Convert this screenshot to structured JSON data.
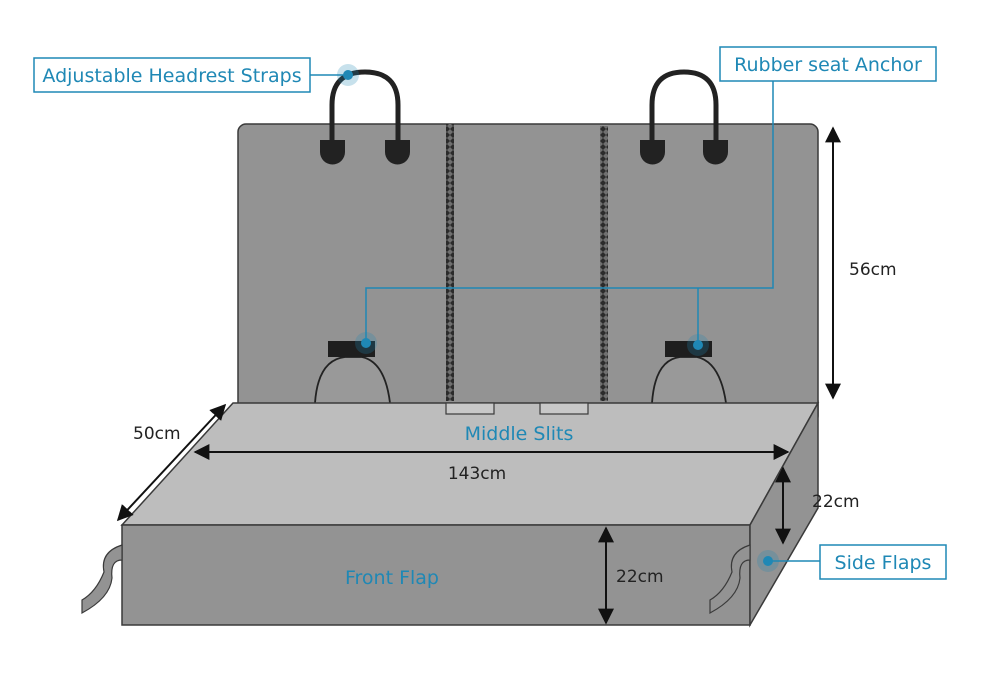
{
  "callouts": {
    "headrest_straps": "Adjustable Headrest Straps",
    "seat_anchor": "Rubber seat Anchor",
    "side_flaps": "Side Flaps"
  },
  "labels": {
    "middle_slits": "Middle Slits",
    "front_flap": "Front Flap"
  },
  "dimensions": {
    "backrest_height": "56cm",
    "seat_depth": "50cm",
    "seat_width": "143cm",
    "side_flap_height": "22cm",
    "front_flap_height": "22cm"
  },
  "colors": {
    "accent": "#1f88b5",
    "cover": "#939393",
    "seat_top": "#bdbdbd",
    "outline": "#3a3a3a",
    "strap": "#222222"
  },
  "icons": [
    "pin-dot-icon",
    "headrest-strap-icon",
    "seat-anchor-icon",
    "zipper-icon"
  ]
}
